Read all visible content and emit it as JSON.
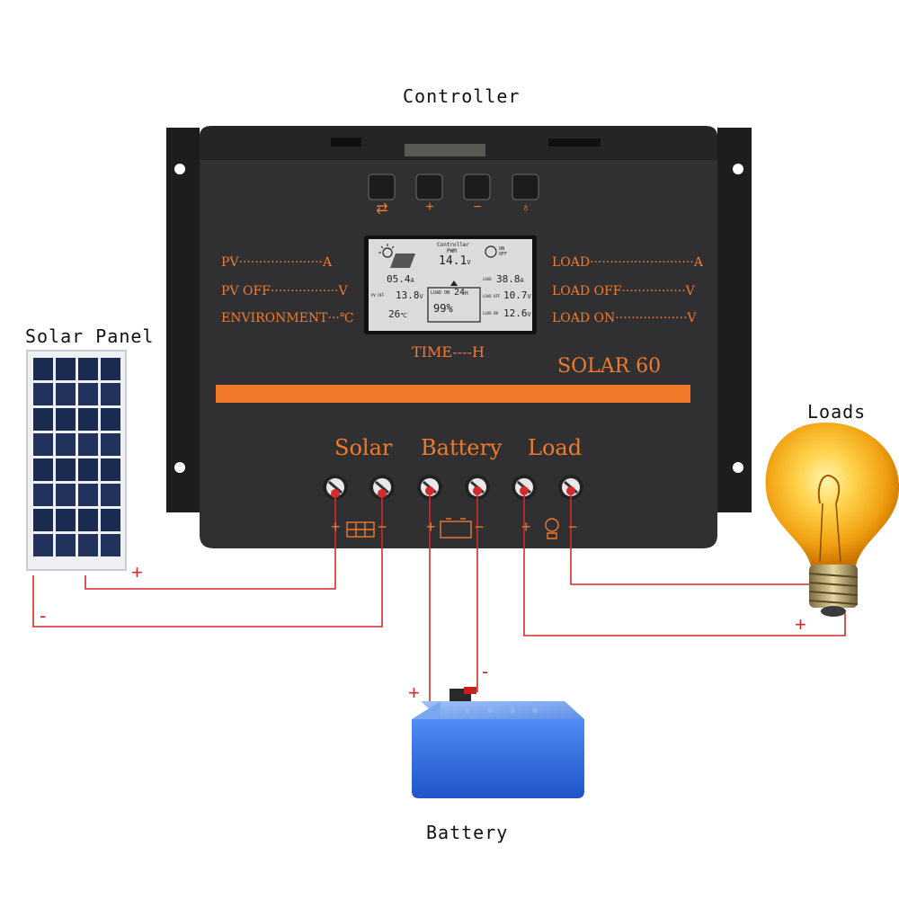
{
  "captions": {
    "controller": "Controller",
    "solar_panel": "Solar Panel",
    "loads": "Loads",
    "battery": "Battery"
  },
  "controller": {
    "model": "SOLAR 60",
    "time_label": "TIME----H",
    "left_labels": [
      "PV·····················A",
      "PV OFF·················V",
      "ENVIRONMENT···℃"
    ],
    "right_labels": [
      "LOAD··························A",
      "LOAD OFF················V",
      "LOAD ON··················V"
    ],
    "terminal_groups": [
      "Solar",
      "Battery",
      "Load"
    ],
    "buttons": [
      {
        "name": "switch-button",
        "icon": "arrows-icon",
        "glyph": "⇄"
      },
      {
        "name": "plus-button",
        "icon": "plus-icon",
        "glyph": "+"
      },
      {
        "name": "minus-button",
        "icon": "minus-icon",
        "glyph": "−"
      },
      {
        "name": "light-button",
        "icon": "bulb-icon",
        "glyph": "♁"
      }
    ],
    "lcd": {
      "title": "Controller",
      "subtitle": "PWM",
      "top_value": "14.1",
      "top_unit": "V",
      "on_off": "ON\nOFF",
      "pv_current": "05.4",
      "pv_current_unit": "A",
      "pv_off_label": "PV OFF",
      "pv_off_value": "13.8",
      "pv_off_unit": "V",
      "temp_value": "26",
      "temp_unit": "℃",
      "load_on_label": "LOAD ON",
      "load_on_hours": "24",
      "load_on_hours_unit": "H",
      "battery_percent": "99%",
      "load_label": "LOAD",
      "load_value": "38.8",
      "load_unit": "A",
      "load_off_label": "LOAD OFF",
      "load_off_value": "10.7",
      "load_off_unit": "V",
      "load_on2_label": "LOAD ON",
      "load_on2_value": "12.6",
      "load_on2_unit": "V"
    },
    "terminal_signs": {
      "solar_plus": "+",
      "solar_minus": "−",
      "battery_plus": "+",
      "battery_minus": "−",
      "load_plus": "+",
      "load_minus": "−"
    }
  },
  "wire_signs": {
    "solar_plus": "+",
    "solar_minus": "-",
    "battery_plus": "+",
    "battery_minus": "-",
    "load_plus": "+"
  },
  "colors": {
    "controller_body": "#2e2e30",
    "accent_orange": "#f07a2a",
    "wire_red": "#d42a2a",
    "lcd_bg": "#d9dcd8",
    "battery_blue": "#2f6fe0",
    "panel_cells": "#1c2b52"
  }
}
